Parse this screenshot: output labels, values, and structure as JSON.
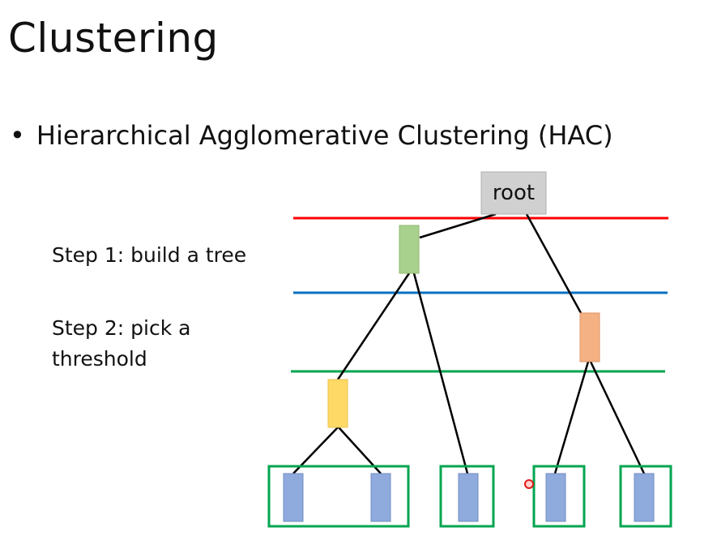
{
  "slide": {
    "title": "Clustering",
    "bullet_symbol": "•",
    "bullet_text": "Hierarchical Agglomerative Clustering (HAC)",
    "step1": "Step 1: build a tree",
    "step2": "Step 2: pick a threshold"
  },
  "tree": {
    "root_label": "root",
    "colors": {
      "root": "#d0d0d0",
      "green_node": "#a9d18e",
      "orange_node": "#f4b183",
      "yellow_node": "#ffd966",
      "leaf": "#8faadc",
      "red_line": "#ff0000",
      "blue_line": "#0070c0",
      "green_line": "#00a550",
      "cluster_box": "#00a550"
    }
  }
}
